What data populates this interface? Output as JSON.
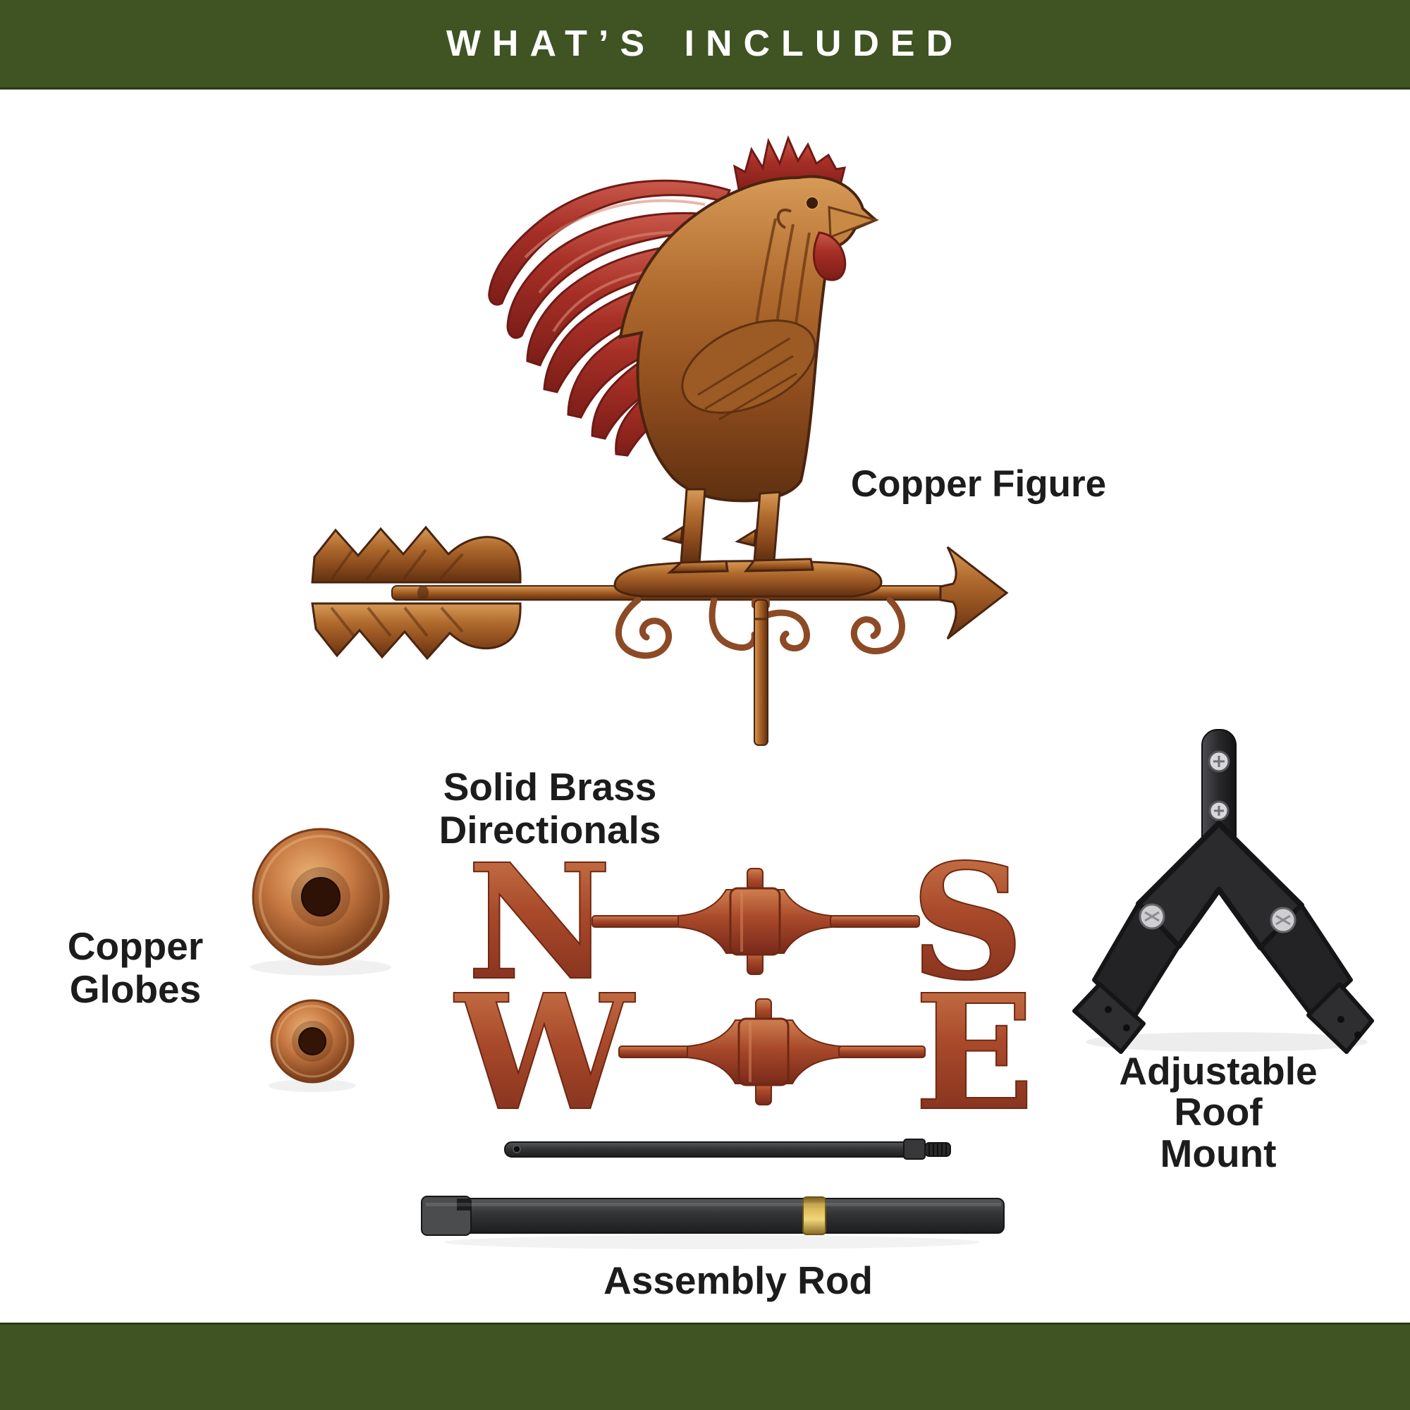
{
  "banners": {
    "top_title": "WHAT’S INCLUDED"
  },
  "parts": {
    "copper_figure": {
      "label": "Copper Figure"
    },
    "copper_globes": {
      "label_lines": [
        "Copper",
        "Globes"
      ]
    },
    "brass_directionals": {
      "label_lines": [
        "Solid Brass",
        "Directionals"
      ],
      "letters": {
        "north": "N",
        "south": "S",
        "west": "W",
        "east": "E"
      }
    },
    "roof_mount": {
      "label_lines": [
        "Adjustable",
        "Roof",
        "Mount"
      ]
    },
    "assembly_rod": {
      "label": "Assembly Rod"
    }
  },
  "colors": {
    "banner_green": "#3f5323",
    "label_text": "#1c1c1c",
    "copper": "#a35c22",
    "tail_red": "#a62f26",
    "black_metal": "#28282b",
    "brass_ring": "#d9b856"
  }
}
